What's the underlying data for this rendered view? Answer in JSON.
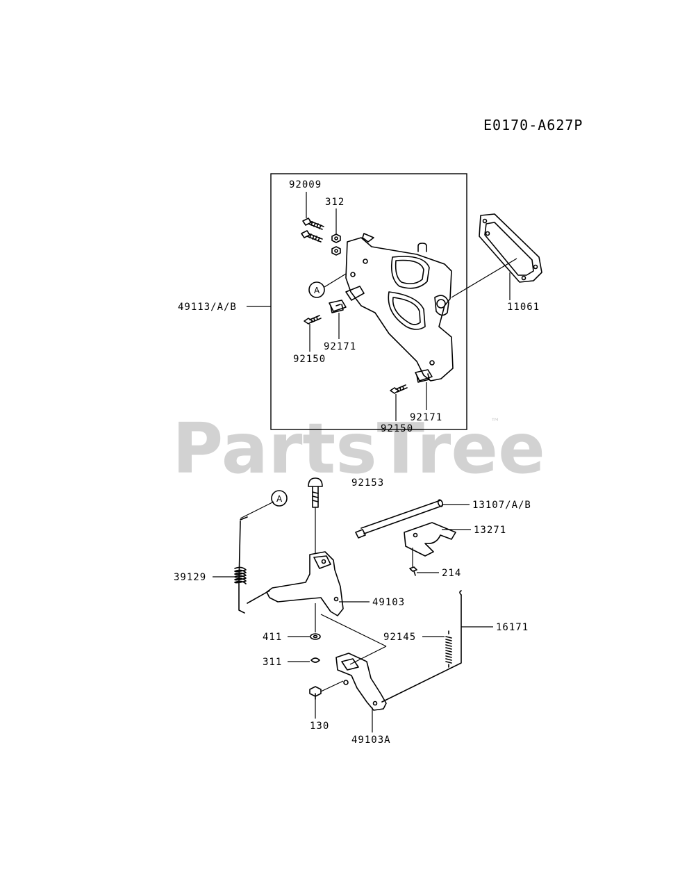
{
  "diagram": {
    "reference_code": "E0170-A627P",
    "watermark": {
      "text": "PartsTree",
      "trademark": "™"
    },
    "callouts": {
      "p92009": "92009",
      "p312": "312",
      "p49113": "49113/A/B",
      "p11061": "11061",
      "p92171_a": "92171",
      "p92150_a": "92150",
      "p92171_b": "92171",
      "p92150_b": "92150",
      "p92153": "92153",
      "p13107": "13107/A/B",
      "p13271": "13271",
      "p214": "214",
      "p39129": "39129",
      "p49103": "49103",
      "p411": "411",
      "p92145": "92145",
      "p16171": "16171",
      "p311": "311",
      "p130": "130",
      "p49103A": "49103A"
    },
    "markers": {
      "a_upper": "A",
      "a_lower": "A"
    }
  }
}
